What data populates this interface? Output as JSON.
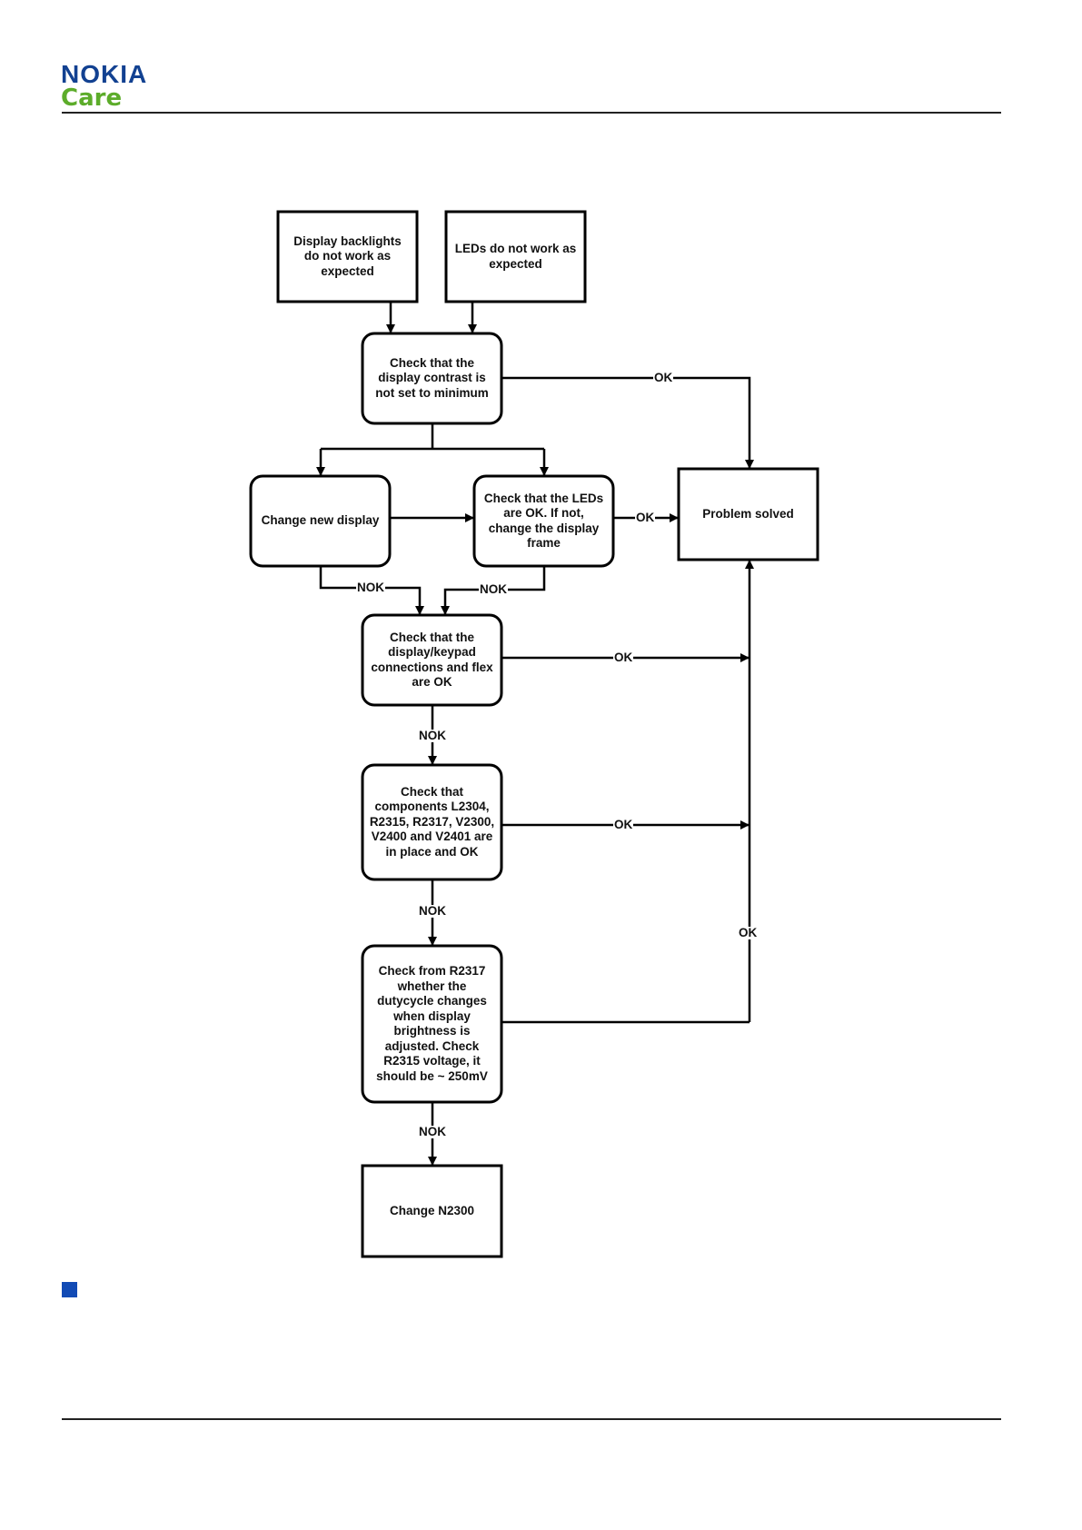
{
  "header": {
    "logo_nokia": "NOKIA",
    "logo_care": "Care"
  },
  "colors": {
    "nokia_blue": "#124191",
    "care_green": "#5cac2a",
    "bullet_blue": "#124bb5"
  },
  "flowchart": {
    "nodes": {
      "backlights": "Display backlights\ndo not work as\nexpected",
      "leds": "LEDs do not work as\nexpected",
      "contrast": "Check that the\ndisplay contrast is\nnot set to minimum",
      "change_display": "Change new display",
      "check_leds": "Check that the LEDs\nare OK. If not,\nchange the display\nframe",
      "problem_solved": "Problem solved",
      "connections": "Check that the\ndisplay/keypad\nconnections and flex\nare OK",
      "components": "Check that\ncomponents  L2304,\nR2315, R2317, V2300,\nV2400 and V2401 are\nin place and OK",
      "dutycycle": "Check from R2317\nwhether the\ndutycycle changes\nwhen display\nbrightness is\nadjusted. Check\nR2315 voltage, it\nshould be ~ 250mV",
      "change_n2300": "Change N2300"
    },
    "edge_labels": {
      "contrast_ok": "OK",
      "leds_ok": "OK",
      "change_display_nok": "NOK",
      "check_leds_nok": "NOK",
      "connections_ok": "OK",
      "connections_nok": "NOK",
      "components_ok": "OK",
      "components_nok": "NOK",
      "dutycycle_ok": "OK",
      "dutycycle_nok": "NOK"
    }
  }
}
